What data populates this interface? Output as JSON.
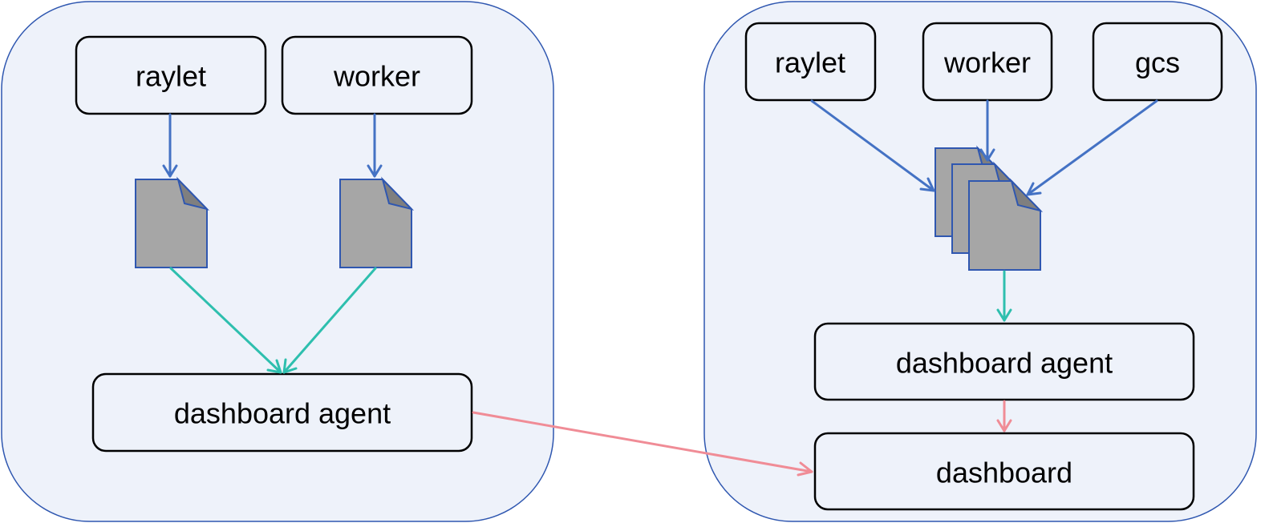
{
  "colors": {
    "container_fill": "#eef2fa",
    "container_stroke": "#2f57b0",
    "box_stroke": "#000000",
    "file_fill": "#a6a6a6",
    "file_fold": "#7f7f7f",
    "write_arrow": "#4472c4",
    "read_arrow": "#2ebfae",
    "report_arrow": "#f08c96"
  },
  "left_node": {
    "raylet_label": "raylet",
    "worker_label": "worker",
    "agent_label": "dashboard agent"
  },
  "right_node": {
    "raylet_label": "raylet",
    "worker_label": "worker",
    "gcs_label": "gcs",
    "agent_label": "dashboard agent",
    "dashboard_label": "dashboard"
  },
  "icons": {
    "file": "file-icon"
  }
}
